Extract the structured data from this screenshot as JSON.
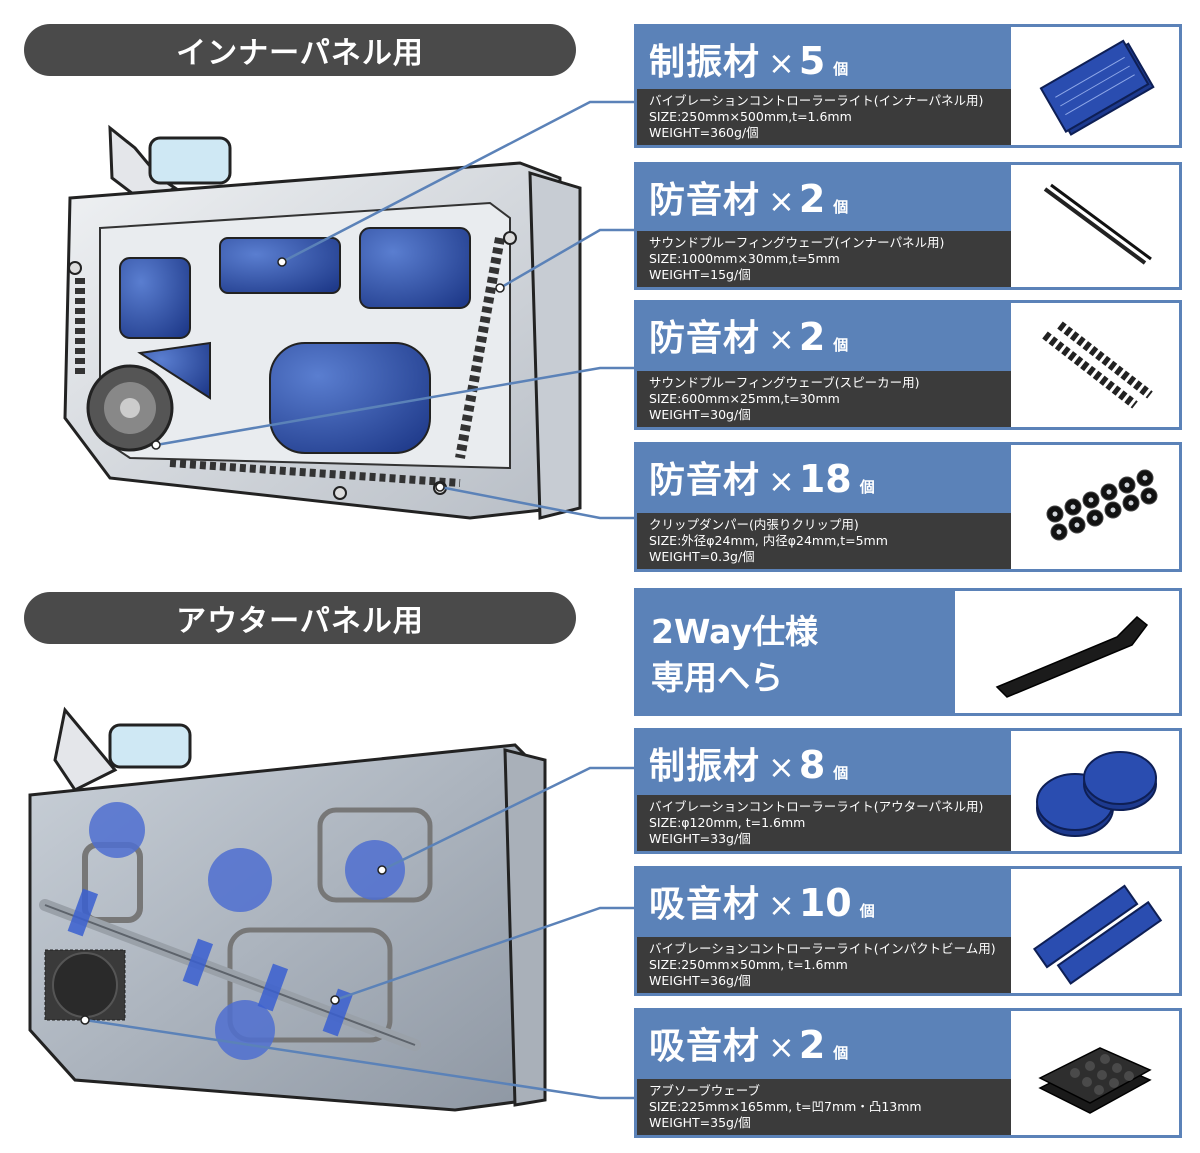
{
  "sections": {
    "inner_title": "インナーパネル用",
    "outer_title": "アウターパネル用"
  },
  "colors": {
    "accent": "#5b82b8",
    "spec_bg": "#3b3b3b",
    "pill_bg": "#4a4a4a"
  },
  "cards": [
    {
      "name": "制振材",
      "mul": "×",
      "count": "5",
      "unit": "個",
      "specs": [
        "バイブレーションコントローラーライト(インナーパネル用)",
        "SIZE:250mm×500mm,t=1.6mm",
        "WEIGHT=360g/個"
      ],
      "thumb": "blue-sheet-stack"
    },
    {
      "name": "防音材",
      "mul": "×",
      "count": "2",
      "unit": "個",
      "specs": [
        "サウンドプルーフィングウェーブ(インナーパネル用)",
        "SIZE:1000mm×30mm,t=5mm",
        "WEIGHT=15g/個"
      ],
      "thumb": "thin-strip"
    },
    {
      "name": "防音材",
      "mul": "×",
      "count": "2",
      "unit": "個",
      "specs": [
        "サウンドプルーフィングウェーブ(スピーカー用)",
        "SIZE:600mm×25mm,t=30mm",
        "WEIGHT=30g/個"
      ],
      "thumb": "wave-strip"
    },
    {
      "name": "防音材",
      "mul": "×",
      "count": "18",
      "unit": "個",
      "specs": [
        "クリップダンパー(内張りクリップ用)",
        "SIZE:外径φ24mm, 内径φ24mm,t=5mm",
        "WEIGHT=0.3g/個"
      ],
      "thumb": "clip-dampers"
    },
    {
      "plain": true,
      "lines": [
        "2Way仕様",
        "専用へら"
      ],
      "thumb": "pry-tool"
    },
    {
      "name": "制振材",
      "mul": "×",
      "count": "8",
      "unit": "個",
      "specs": [
        "バイブレーションコントローラーライト(アウターパネル用)",
        "SIZE:φ120mm, t=1.6mm",
        "WEIGHT=33g/個"
      ],
      "thumb": "round-discs"
    },
    {
      "name": "吸音材",
      "mul": "×",
      "count": "10",
      "unit": "個",
      "specs": [
        "バイブレーションコントローラーライト(インパクトビーム用)",
        "SIZE:250mm×50mm, t=1.6mm",
        "WEIGHT=36g/個"
      ],
      "thumb": "blue-strips"
    },
    {
      "name": "吸音材",
      "mul": "×",
      "count": "2",
      "unit": "個",
      "specs": [
        "アブソーブウェーブ",
        "SIZE:225mm×165mm, t=凹7mm・凸13mm",
        "WEIGHT=35g/個"
      ],
      "thumb": "foam-pads"
    }
  ]
}
